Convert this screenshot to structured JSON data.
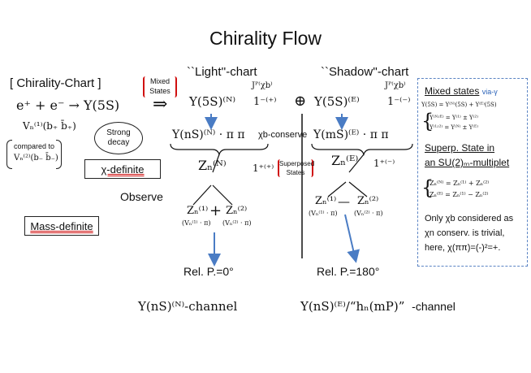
{
  "title": "Chirality Flow",
  "chirality_chart_label": "[ Chirality-Chart ]",
  "reaction": "e⁺ + e⁻ → Υ(5S)",
  "reaction_arrow": "⇒",
  "left_vb": "Vₙ⁽¹⁾(b₊ b̄₊)",
  "compared_to": "compared to",
  "compared_vb": "Vₙ⁽²⁾(b₋ b̄₋)",
  "strong_decay": "Strong decay",
  "chi_definite": "χ-definite",
  "mass_definite": "Mass-definite",
  "observe": "Observe",
  "mixed_states_box": "Mixed States",
  "light_chart": "``Light''-chart",
  "shadow_chart": "``Shadow''-chart",
  "jp_left": "Jᴾ⁽χb⁾",
  "jp_right": "Jᴾ⁽χb⁾",
  "light_y5s": "Υ(5S)⁽ᴺ⁾",
  "light_jp_val": "1⁻⁽⁺⁾",
  "oplus": "⊕",
  "shadow_y5s": "Υ(5S)⁽ᴱ⁾",
  "shadow_jp_val": "1⁻⁽⁻⁾",
  "chib_conserve": "χb-conserve",
  "light_yns": "Υ(nS)⁽ᴺ⁾ · π π",
  "shadow_yms": "Υ(mS)⁽ᴱ⁾ · π π",
  "light_zb": "Zₙ⁽ᴺ⁾",
  "shadow_zb": "Zₙ⁽ᴱ⁾",
  "light_jp_z": "1⁺⁽⁺⁾",
  "superposed_states": "Superposed States",
  "shadow_jp_z": "1⁺⁽⁻⁾",
  "light_z1": "Zₙ⁽¹⁾",
  "light_plus": "+",
  "light_z2": "Zₙ⁽²⁾",
  "light_v1": "(Vₙ⁽¹⁾ · π)",
  "light_v2": "(Vₙ⁽²⁾ · π)",
  "shadow_z1": "Zₙ⁽¹⁾",
  "shadow_minus": "—",
  "shadow_z2": "Zₙ⁽²⁾",
  "shadow_v1": "(Vₙ⁽¹⁾ · π)",
  "shadow_v2": "(Vₙ⁽²⁾ · π)",
  "rel_p_light": "Rel. P.=0°",
  "rel_p_shadow": "Rel. P.=180°",
  "channel_light": "Υ(nS)⁽ᴺ⁾-channel",
  "channel_shadow_math": "Υ(nS)⁽ᴱ⁾/“hₙ(mP)”",
  "channel_shadow_suffix": "-channel",
  "side": {
    "mixed_states": "Mixed states",
    "via": "via-γ",
    "eq1": "Υ(5S) = Υ⁽ᴺ⁾(5S) + Υ⁽ᴱ⁾(5S)",
    "eq2": "Υ⁽ᴺʴᴱ⁾ = Υ⁽¹⁾ ± Υ⁽²⁾",
    "eq3": "Υ⁽¹ʴ²⁾ = Υ⁽ᴺ⁾ ± Υ⁽ᴱ⁾",
    "superp_1": "Superp. State in",
    "superp_2": "an SU(2)ₘ-multiplet",
    "eq4": "Zₙ⁽ᴺ⁾ = Zₙ⁽¹⁾ + Zₙ⁽²⁾",
    "eq5": "Zₙ⁽ᴱ⁾ = Zₙ⁽¹⁾ − Zₙ⁽²⁾",
    "only": "Only χb considered as",
    "chin": "χn  conserv. is trivial,",
    "here": "here, χ(ππ)=(-)²=+."
  }
}
